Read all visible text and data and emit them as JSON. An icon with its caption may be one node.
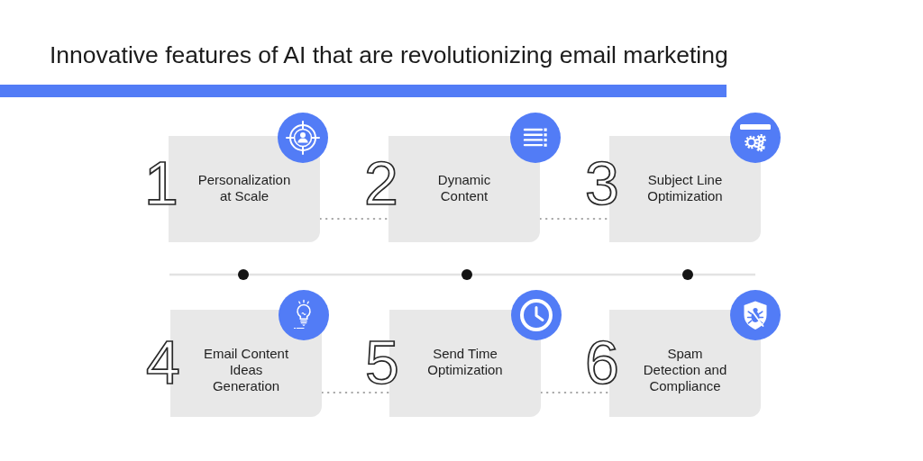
{
  "diagram": {
    "title": "Innovative features of AI that are revolutionizing email marketing",
    "nodes": [
      {
        "text": [
          "1",
          "Personalization at Scale"
        ]
      },
      {
        "text": [
          "2",
          "Dynamic Content"
        ]
      },
      {
        "text": [
          "3",
          "Subject Line Optimization"
        ]
      },
      {
        "text": [
          "4",
          "Email Content Ideas Generation"
        ]
      },
      {
        "text": [
          "5",
          "Send Time Optimization"
        ]
      },
      {
        "text": [
          "6",
          "Spam Detection and Compliance"
        ]
      }
    ],
    "edges": [
      {
        "from": 0,
        "to": 1,
        "arrow": "none",
        "style": "dashed"
      },
      {
        "from": 1,
        "to": 2,
        "arrow": "none",
        "style": "dashed"
      },
      {
        "from": 3,
        "to": 4,
        "arrow": "none",
        "style": "dashed"
      },
      {
        "from": 4,
        "to": 5,
        "arrow": "none",
        "style": "dashed"
      }
    ]
  }
}
